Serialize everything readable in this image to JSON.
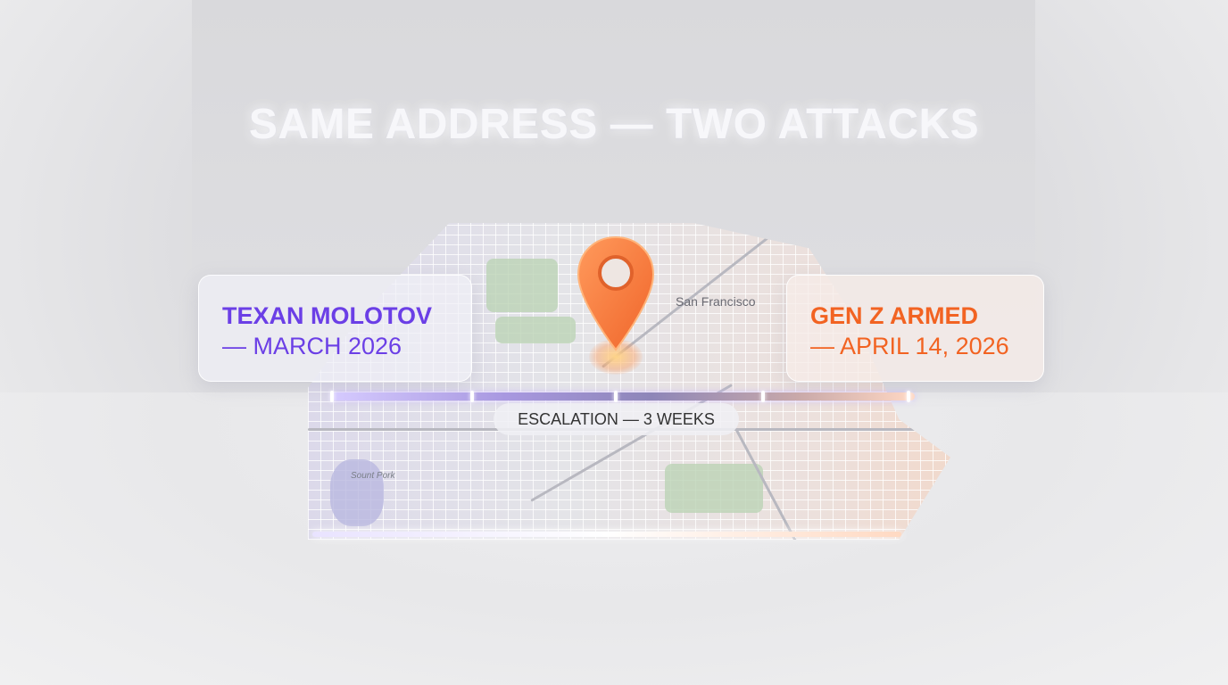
{
  "title": "SAME ADDRESS — TWO ATTACKS",
  "map": {
    "city_label": "San Francisco",
    "park_label": "Sount Pork",
    "pin_icon": "map-pin-icon",
    "pin_color": "#f47a3a"
  },
  "left_card": {
    "line1": "TEXAN MOLOTOV",
    "line2": "— MARCH 2026",
    "color": "#6b3fe6"
  },
  "right_card": {
    "line1": "GEN Z ARMED",
    "line2": "— APRIL 14, 2026",
    "color": "#f26322"
  },
  "timeline": {
    "label": "ESCALATION — 3 WEEKS"
  }
}
